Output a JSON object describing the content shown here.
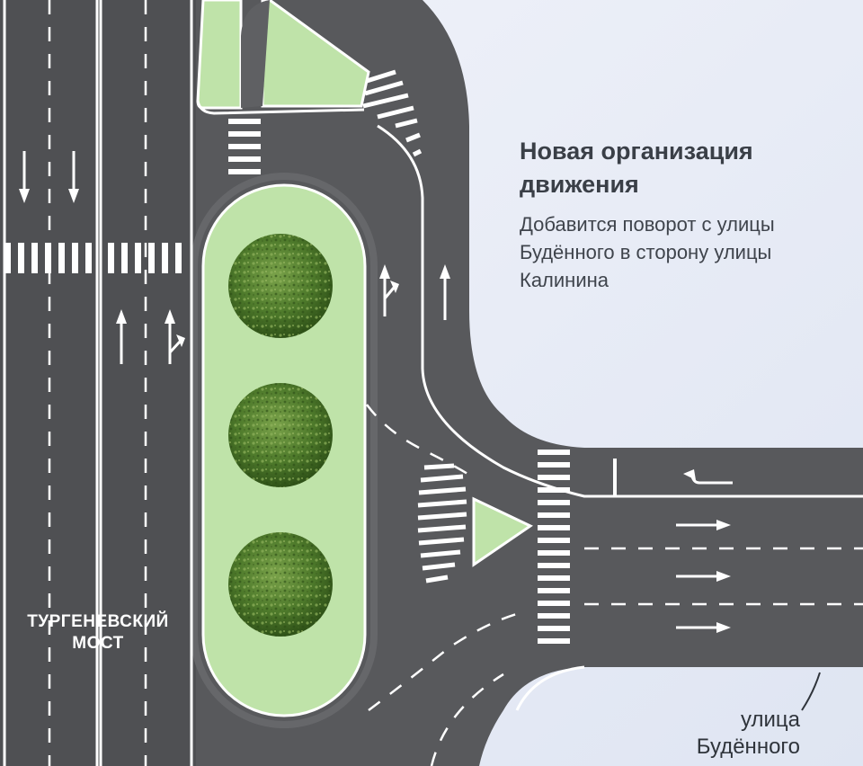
{
  "heading": {
    "line1": "Новая организация",
    "line2": "движения"
  },
  "description": {
    "line1": "Добавится поворот с улицы",
    "line2": "Будённого в сторону улицы",
    "line3": "Калинина"
  },
  "labels": {
    "bridge_line1": "ТУРГЕНЕВСКИЙ",
    "bridge_line2": "МОСТ",
    "street_line1": "улица",
    "street_line2": "Будённого"
  },
  "colors": {
    "background": "#e9edf6",
    "road": "#58595c",
    "road_dark": "#4d4e51",
    "median": "#bfe3a9",
    "marking": "#ffffff",
    "tree": "#4e7a2b"
  }
}
